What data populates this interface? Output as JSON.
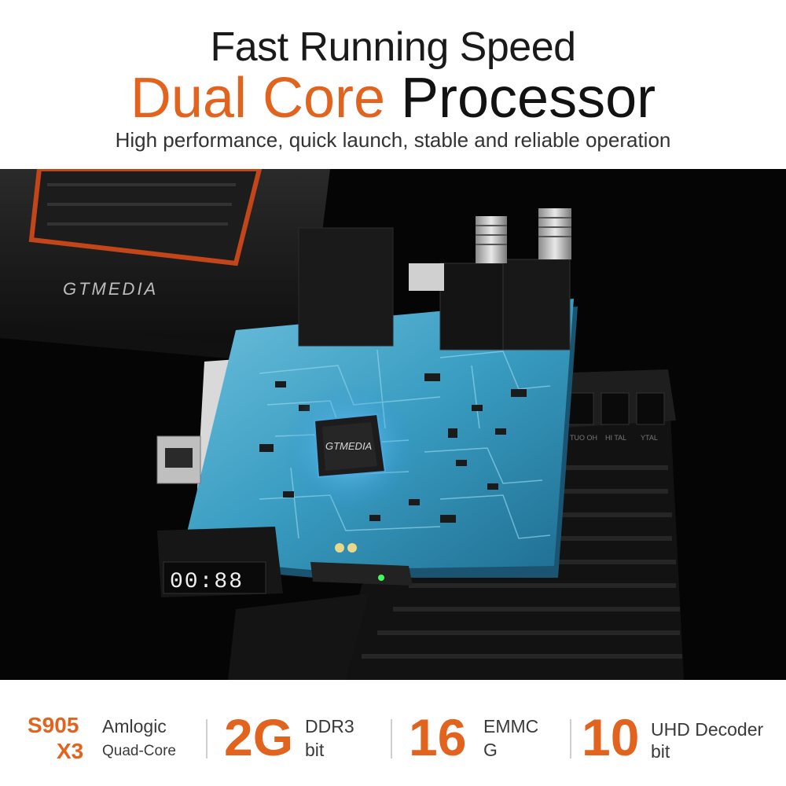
{
  "header": {
    "line1": "Fast Running Speed",
    "line2_accent": "Dual Core",
    "line2_rest": "Processor",
    "line3": "High performance, quick launch, stable and reliable operation"
  },
  "hero": {
    "brand_logo": "GTMEDIA",
    "chip_label": "GTMEDIA",
    "display_digits": "00:88",
    "rear_labels": [
      "TUO OH",
      "HI TAL",
      "YTAL"
    ]
  },
  "specs": [
    {
      "value_line1": "S905",
      "value_line2": "X3",
      "label_line1": "Amlogic",
      "label_line2": "Quad-Core"
    },
    {
      "value": "2G",
      "label_line1": "DDR3",
      "label_line2": "bit"
    },
    {
      "value": "16",
      "label_line1": "EMMC",
      "label_line2": "G"
    },
    {
      "value": "10",
      "label_line1": "UHD Decoder",
      "label_line2": "bit"
    }
  ],
  "colors": {
    "accent": "#e2631d",
    "board": "#2f8fb3",
    "background_dark": "#050505"
  }
}
